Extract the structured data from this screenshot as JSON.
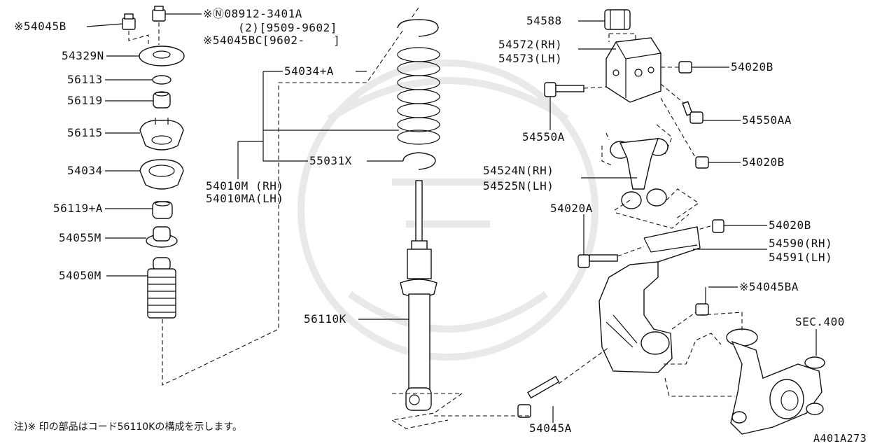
{
  "labels": {
    "l54045B": "※54045B",
    "l08912": "※Ⓝ08912-3401A",
    "l08912b": "(2)[9509-9602]",
    "l54045BC": "※54045BC[9602-    ]",
    "l54329N": "54329N",
    "l56113": "56113",
    "l56119": "56119",
    "l56115": "56115",
    "l54034": "54034",
    "l56119A": "56119+A",
    "l54055M": "54055M",
    "l54050M": "54050M",
    "l54034A": "54034+A",
    "l55031X": "55031X",
    "l54010M": "54010M (RH)",
    "l54010MA": "54010MA(LH)",
    "l56110K": "56110K",
    "l54588": "54588",
    "l54572": "54572(RH)",
    "l54573": "54573(LH)",
    "l54020B1": "54020B",
    "l54550A": "54550A",
    "l54550AA": "54550AA",
    "l54020B2": "54020B",
    "l54524N": "54524N(RH)",
    "l54525N": "54525N(LH)",
    "l54020A": "54020A",
    "l54020B3": "54020B",
    "l54590": "54590(RH)",
    "l54591": "54591(LH)",
    "l54045BA": "※54045BA",
    "lSEC400": "SEC.400",
    "l54045A": "54045A"
  },
  "footnote": "注)※ 印の部品はコード56110Kの構成を示します。",
  "diagram_code": "A401A273"
}
